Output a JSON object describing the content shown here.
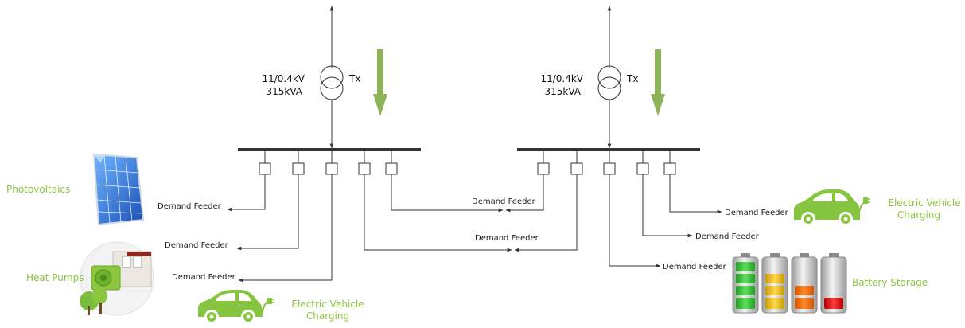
{
  "colors": {
    "label_green": "#8cc63f",
    "arrow_green": "#8fb35a",
    "ev_green": "#86c540",
    "line": "#333333"
  },
  "substation_left": {
    "rating_kv": "11/0.4kV",
    "rating_kva": "315kVA",
    "tx_label": "Tx"
  },
  "substation_right": {
    "rating_kv": "11/0.4kV",
    "rating_kva": "315kVA",
    "tx_label": "Tx"
  },
  "feeder_labels": {
    "left_1": "Demand Feeder",
    "left_2": "Demand Feeder",
    "left_3": "Demand Feeder",
    "center_1": "Demand Feeder",
    "center_2": "Demand Feeder",
    "right_1": "Demand Feeder",
    "right_2": "Demand Feeder",
    "right_3": "Demand Feeder"
  },
  "technologies": {
    "photovoltaics": "Photovoltaics",
    "heat_pumps": "Heat Pumps",
    "ev_left_line1": "Electric Vehicle",
    "ev_left_line2": "Charging",
    "ev_right_line1": "Electric Vehicle",
    "ev_right_line2": "Charging",
    "battery_storage": "Battery Storage"
  },
  "icons": [
    "solar-panel-icon",
    "heat-pump-icon",
    "electric-car-icon",
    "battery-icon",
    "transformer-icon",
    "power-flow-arrow-icon"
  ]
}
